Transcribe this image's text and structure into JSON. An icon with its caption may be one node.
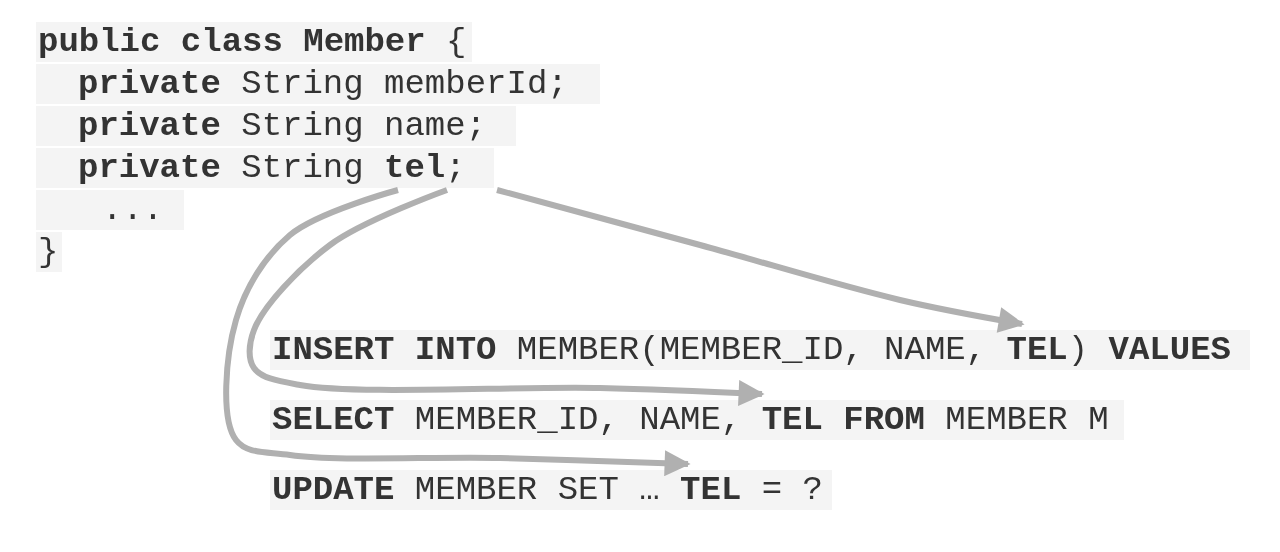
{
  "diagram": {
    "nodes": [
      {
        "text": [
          "**public class** **Member** {"
        ]
      },
      {
        "text": [
          "**private** String memberId;"
        ]
      },
      {
        "text": [
          "**private** String name;"
        ]
      },
      {
        "text": [
          "**private** String **tel**;"
        ]
      },
      {
        "text": [
          "..."
        ]
      },
      {
        "text": [
          "}"
        ]
      },
      {
        "text": [
          "**INSERT INTO** MEMBER(MEMBER_ID, NAME, **TEL**) **VALUES**"
        ]
      },
      {
        "text": [
          "**SELECT** MEMBER_ID, NAME, **TEL FROM** MEMBER M"
        ]
      },
      {
        "text": [
          "**UPDATE** MEMBER SET … **TEL** = ?"
        ]
      }
    ],
    "edges": [
      {
        "from": 3,
        "to": 6,
        "arrow": "to"
      },
      {
        "from": 3,
        "to": 7,
        "arrow": "to"
      },
      {
        "from": 3,
        "to": 8,
        "arrow": "to"
      }
    ]
  }
}
